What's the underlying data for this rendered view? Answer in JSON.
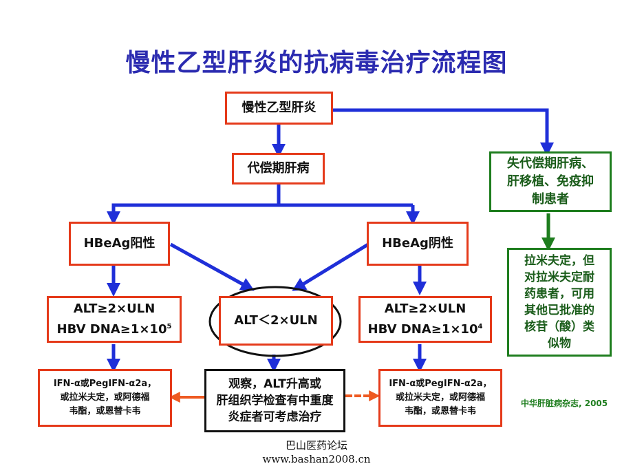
{
  "title": "慢性乙型肝炎的抗病毒治疗流程图",
  "nodes": {
    "chronic_hb": "慢性乙型肝炎",
    "compensated": "代偿期肝病",
    "decompensated": [
      "失代偿期肝病、",
      "肝移植、免疫抑",
      "制患者"
    ],
    "hbeag_pos": "HBeAg阳性",
    "hbeag_neg": "HBeAg阴性",
    "pos_criteria": [
      "ALT≥2×ULN",
      "HBV DNA≥1×10",
      "5"
    ],
    "neg_criteria": [
      "ALT≥2×ULN",
      "HBV DNA≥1×10",
      "4"
    ],
    "alt_low": "ALT＜2×ULN",
    "lamivudine_resistant": [
      "拉米夫定，但",
      "对拉米夫定耐",
      "药患者，可用",
      "其他已批准的",
      "核苷（酸）类",
      "似物"
    ],
    "pos_treatment": [
      "IFN-α或PegIFN-α2a，",
      "或拉米夫定，或阿德福",
      "韦酯，或恩替卡韦"
    ],
    "observe": [
      "观察，ALT升高或",
      "肝组织学检查有中重度",
      "炎症者可考虑治疗"
    ],
    "neg_treatment": [
      "IFN-α或PegIFN-α2a，",
      "或拉米夫定，或阿德福",
      "韦酯，或恩替卡韦"
    ]
  },
  "source": "中华肝脏病杂志, 2005",
  "watermark": [
    "巴山医药论坛",
    "www.bashan2008.cn"
  ],
  "colors": {
    "title": "#2b2bb0",
    "arrow_blue": "#1f2fd8",
    "arrow_green": "#1e7d1e",
    "arrow_orange": "#ee5a22",
    "box_red": "#e53a1a",
    "box_green": "#1e7d1e"
  }
}
